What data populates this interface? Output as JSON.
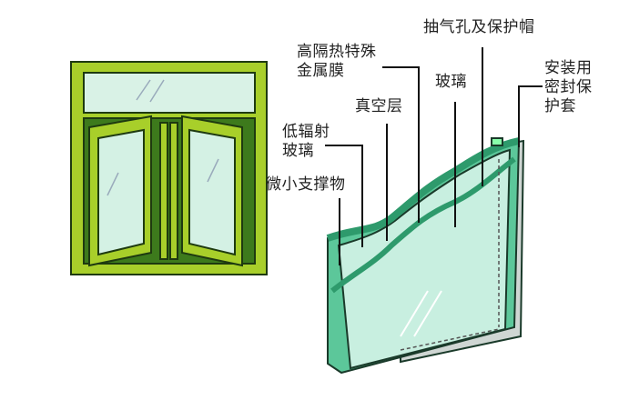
{
  "labels": {
    "pump_hole": "抽气孔及保护帽",
    "metal_film": "高隔热特殊\n金属膜",
    "glass": "玻璃",
    "vacuum_layer": "真空层",
    "low_e_glass": "低辐射\n玻璃",
    "micro_support": "微小支撑物",
    "seal_sleeve": "安装用\n密封保\n护套"
  },
  "colors": {
    "frame_light": "#a8cf2a",
    "frame_dark": "#3d7a1c",
    "glass_light": "#c8efe0",
    "glass_mid": "#5cc79a",
    "glass_dark": "#2e9a6c"
  }
}
